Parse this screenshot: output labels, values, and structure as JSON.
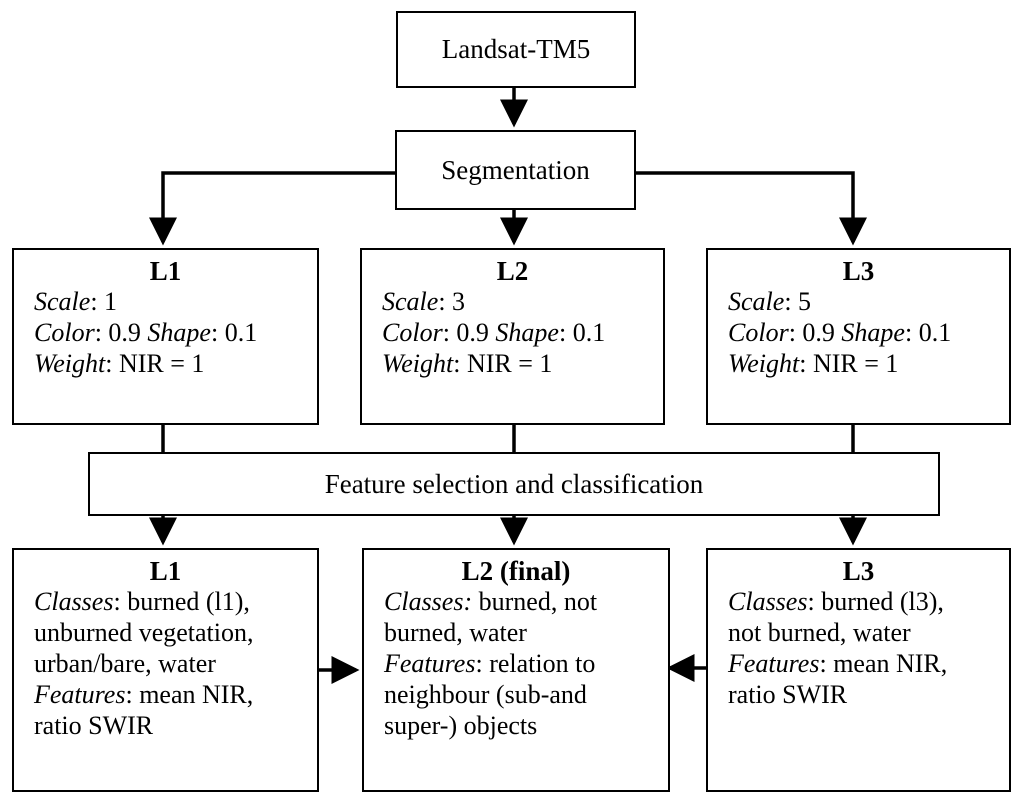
{
  "top": {
    "label": "Landsat-TM5"
  },
  "segmentation": {
    "label": "Segmentation"
  },
  "levels": [
    {
      "title": "L1",
      "scale": {
        "key": "Scale",
        "value": ": 1"
      },
      "color": {
        "key": "Color",
        "value": ": 0.9 ",
        "shape_key": "Shape",
        "shape_value": ": 0.1"
      },
      "weight": {
        "key": "Weight",
        "value": ": NIR = 1"
      }
    },
    {
      "title": "L2",
      "scale": {
        "key": "Scale",
        "value": ": 3"
      },
      "color": {
        "key": "Color",
        "value": ": 0.9 ",
        "shape_key": "Shape",
        "shape_value": ": 0.1"
      },
      "weight": {
        "key": "Weight",
        "value": ": NIR = 1"
      }
    },
    {
      "title": "L3",
      "scale": {
        "key": "Scale",
        "value": ": 5"
      },
      "color": {
        "key": "Color",
        "value": ": 0.9 ",
        "shape_key": "Shape",
        "shape_value": ": 0.1"
      },
      "weight": {
        "key": "Weight",
        "value": ": NIR = 1"
      }
    }
  ],
  "feature_selection": {
    "label": "Feature selection and classification"
  },
  "results": [
    {
      "title": "L1",
      "lines": [
        {
          "key": "Classes",
          "text": ": burned (l1),"
        },
        {
          "key": "",
          "text": "unburned vegetation,"
        },
        {
          "key": "",
          "text": "urban/bare, water"
        },
        {
          "key": "Features",
          "text": ": mean NIR,"
        },
        {
          "key": "",
          "text": "ratio SWIR"
        }
      ]
    },
    {
      "title": "L2 (final)",
      "lines": [
        {
          "key": "Classes:",
          "text": " burned, not"
        },
        {
          "key": "",
          "text": "burned, water"
        },
        {
          "key": "Features",
          "text": ": relation to"
        },
        {
          "key": "",
          "text": "neighbour (sub-and"
        },
        {
          "key": "",
          "text": "super-) objects"
        }
      ]
    },
    {
      "title": "L3",
      "lines": [
        {
          "key": "Classes",
          "text": ": burned (l3),"
        },
        {
          "key": "",
          "text": "not burned, water"
        },
        {
          "key": "Features",
          "text": ": mean NIR,"
        },
        {
          "key": "",
          "text": "ratio SWIR"
        }
      ]
    }
  ]
}
